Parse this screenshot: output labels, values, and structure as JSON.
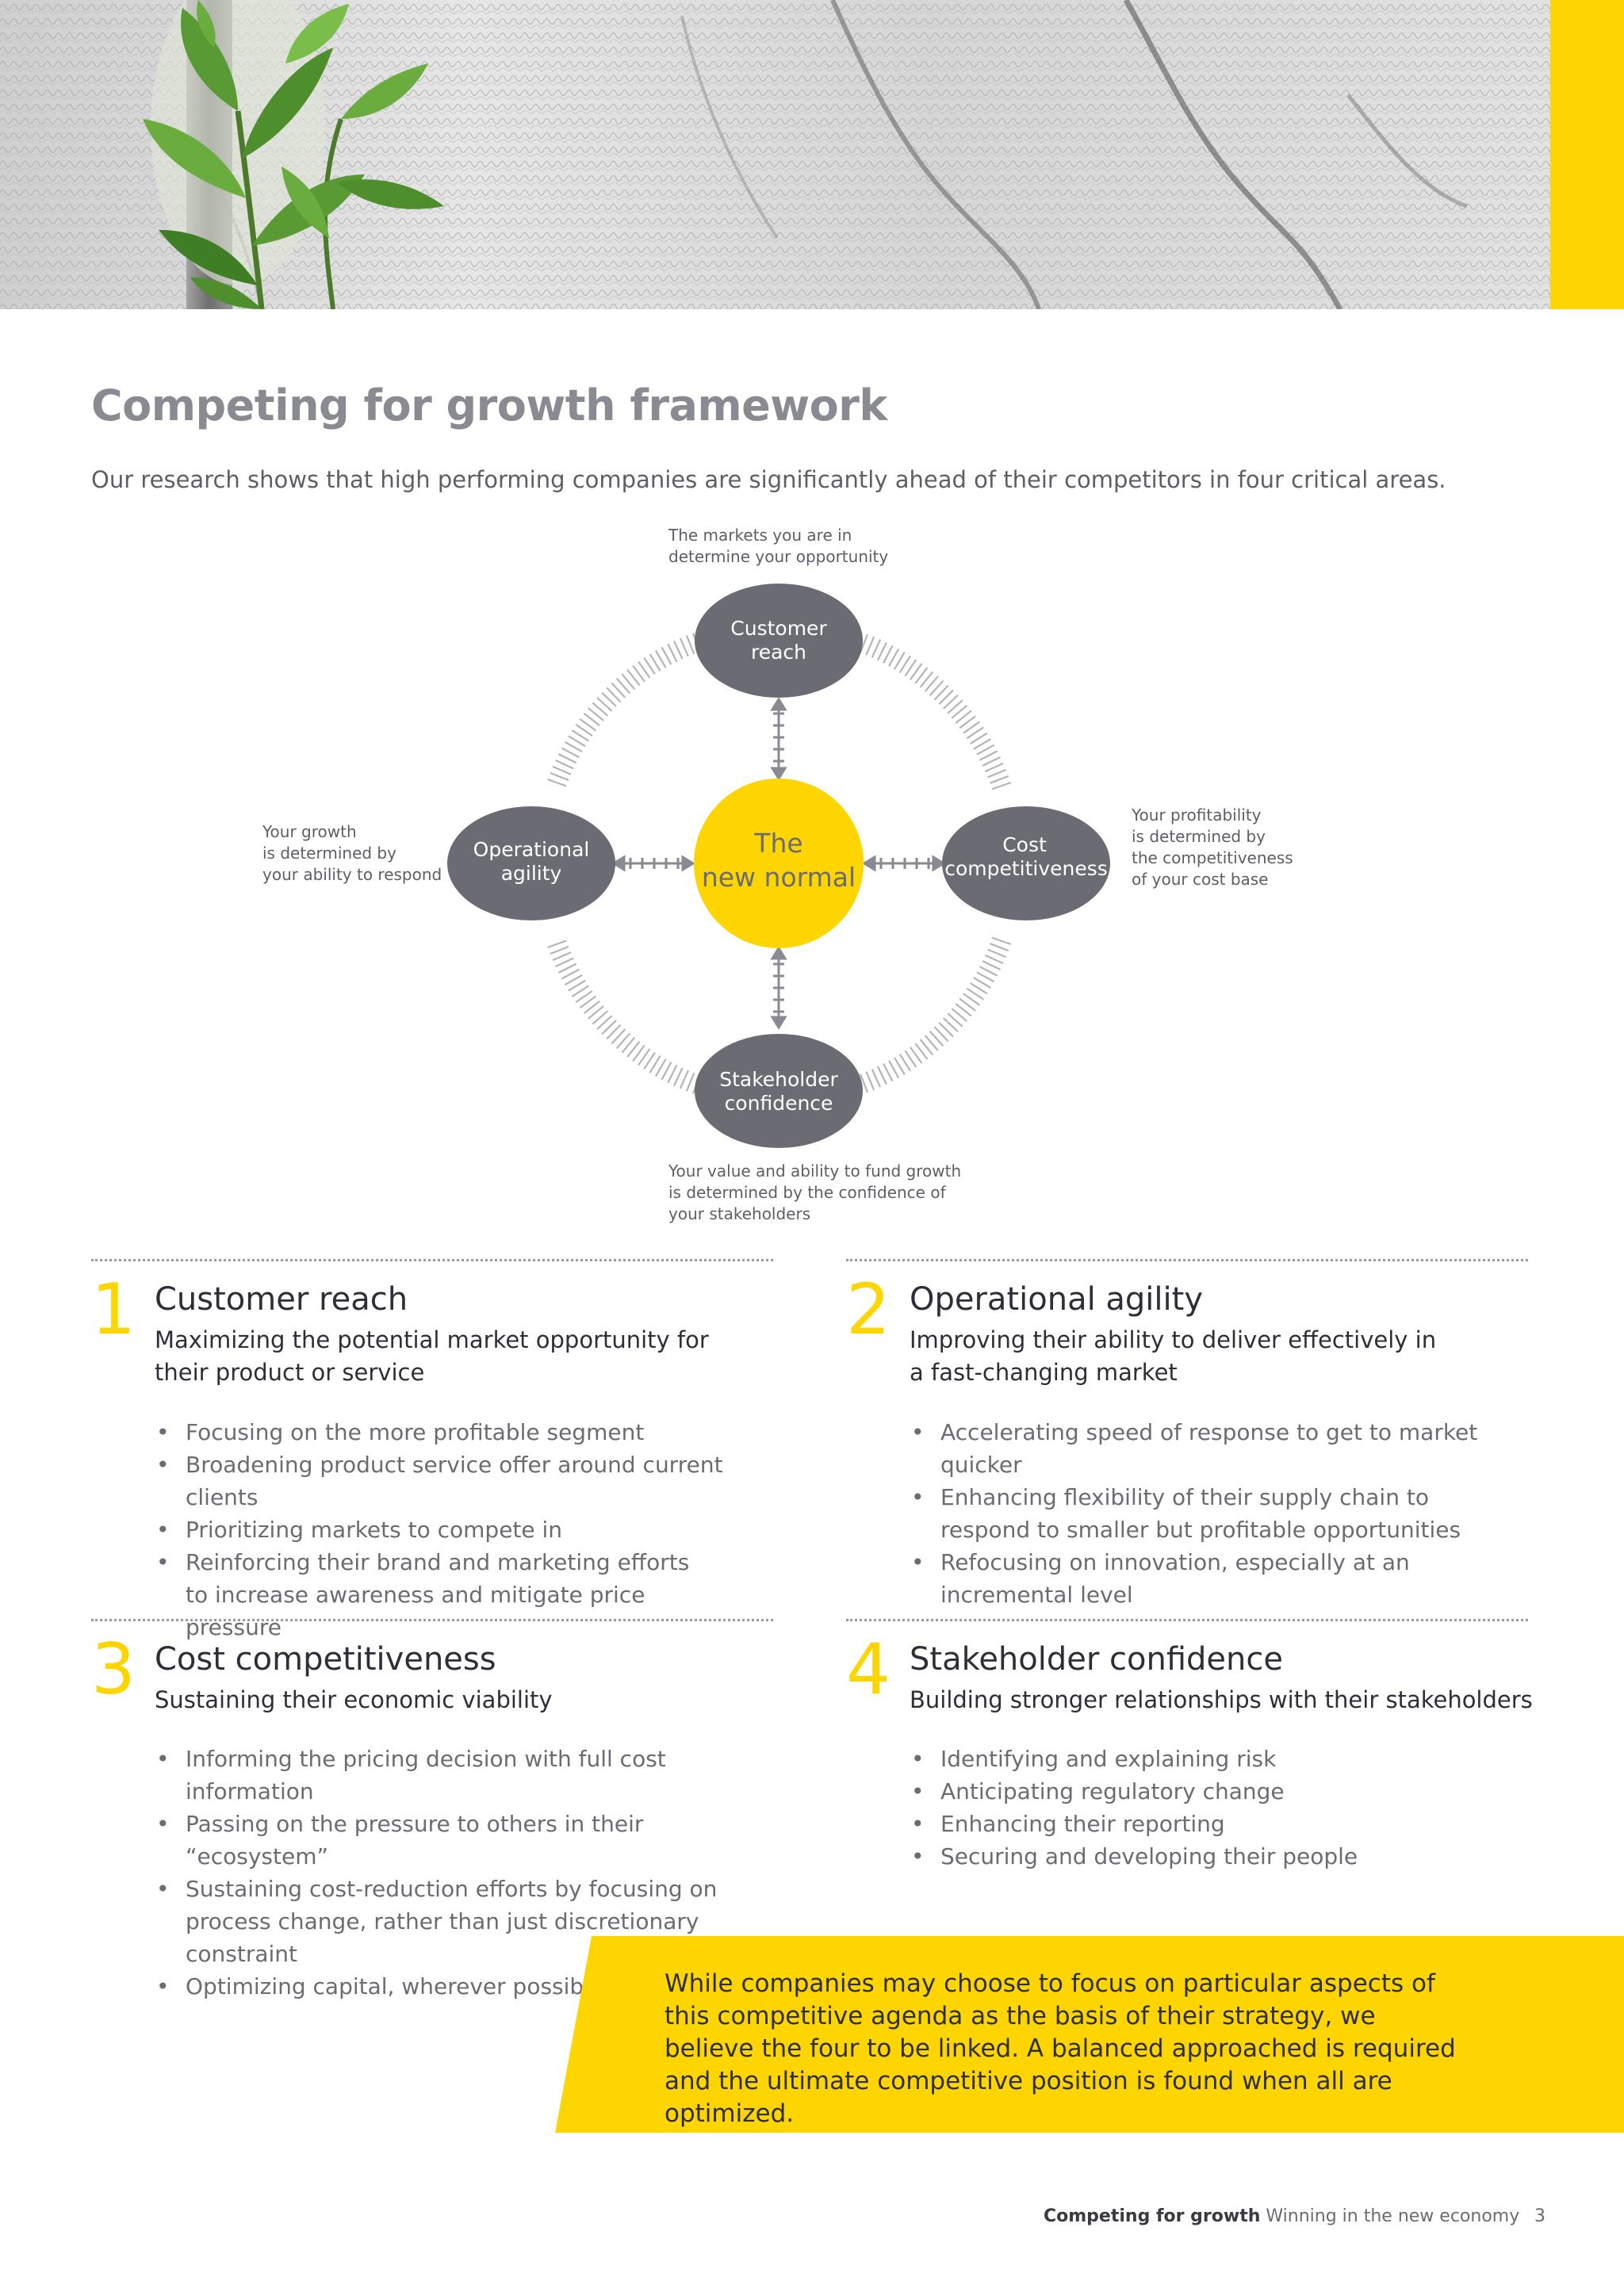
{
  "colors": {
    "accent": "#ffd500",
    "node": "#6b6b73",
    "text": "#2e2e38",
    "muted": "#6b6b73"
  },
  "page": {
    "title": "Competing for growth framework",
    "intro": "Our research shows that high performing companies are significantly ahead of their competitors in four critical areas."
  },
  "diagram": {
    "center": {
      "line1": "The",
      "line2": "new normal"
    },
    "nodes": {
      "top": {
        "line1": "Customer",
        "line2": "reach"
      },
      "left": {
        "line1": "Operational",
        "line2": "agility"
      },
      "right": {
        "line1": "Cost",
        "line2": "competitiveness"
      },
      "bottom": {
        "line1": "Stakeholder",
        "line2": "confidence"
      }
    },
    "captions": {
      "top": [
        "The markets you are in",
        "determine your opportunity"
      ],
      "left": [
        "Your growth",
        "is determined by",
        "your ability to respond"
      ],
      "right": [
        "Your profitability",
        "is determined by",
        "the competitiveness",
        "of your cost base"
      ],
      "bottom": [
        "Your value and ability to fund growth",
        "is determined by the confidence of",
        "your stakeholders"
      ]
    }
  },
  "sections": [
    {
      "number": "1",
      "title": "Customer reach",
      "subtitle": "Maximizing the potential market opportunity for their product or service",
      "bullets": [
        "Focusing on the more profitable segment",
        "Broadening product service offer around current clients",
        "Prioritizing markets to compete in",
        "Reinforcing their brand and marketing efforts to increase awareness and mitigate price pressure"
      ]
    },
    {
      "number": "2",
      "title": "Operational agility",
      "subtitle": "Improving their ability to deliver effectively in a fast-changing market",
      "bullets": [
        "Accelerating speed of response to get to market quicker",
        "Enhancing flexibility of their supply chain to respond to smaller but profitable opportunities",
        "Refocusing on innovation, especially at an incremental level"
      ]
    },
    {
      "number": "3",
      "title": "Cost competitiveness",
      "subtitle": "Sustaining their economic viability",
      "bullets": [
        "Informing the pricing decision with full cost information",
        "Passing on the pressure to others in their “ecosystem”",
        "Sustaining cost-reduction efforts by focusing on process change, rather than just discretionary constraint",
        "Optimizing capital, wherever possible"
      ]
    },
    {
      "number": "4",
      "title": "Stakeholder confidence",
      "subtitle": "Building stronger relationships with their stakeholders",
      "bullets": [
        "Identifying and explaining risk",
        "Anticipating regulatory change",
        "Enhancing their reporting",
        "Securing and developing their people"
      ]
    }
  ],
  "callout": {
    "text": "While companies may choose to focus on particular aspects of this competitive agenda as the basis of their strategy, we believe the four to be linked. A balanced approached is required and the ultimate competitive position is found when all are optimized."
  },
  "footer": {
    "publication": "Competing for growth",
    "subtitle": "Winning in the new economy",
    "page_number": "3"
  }
}
